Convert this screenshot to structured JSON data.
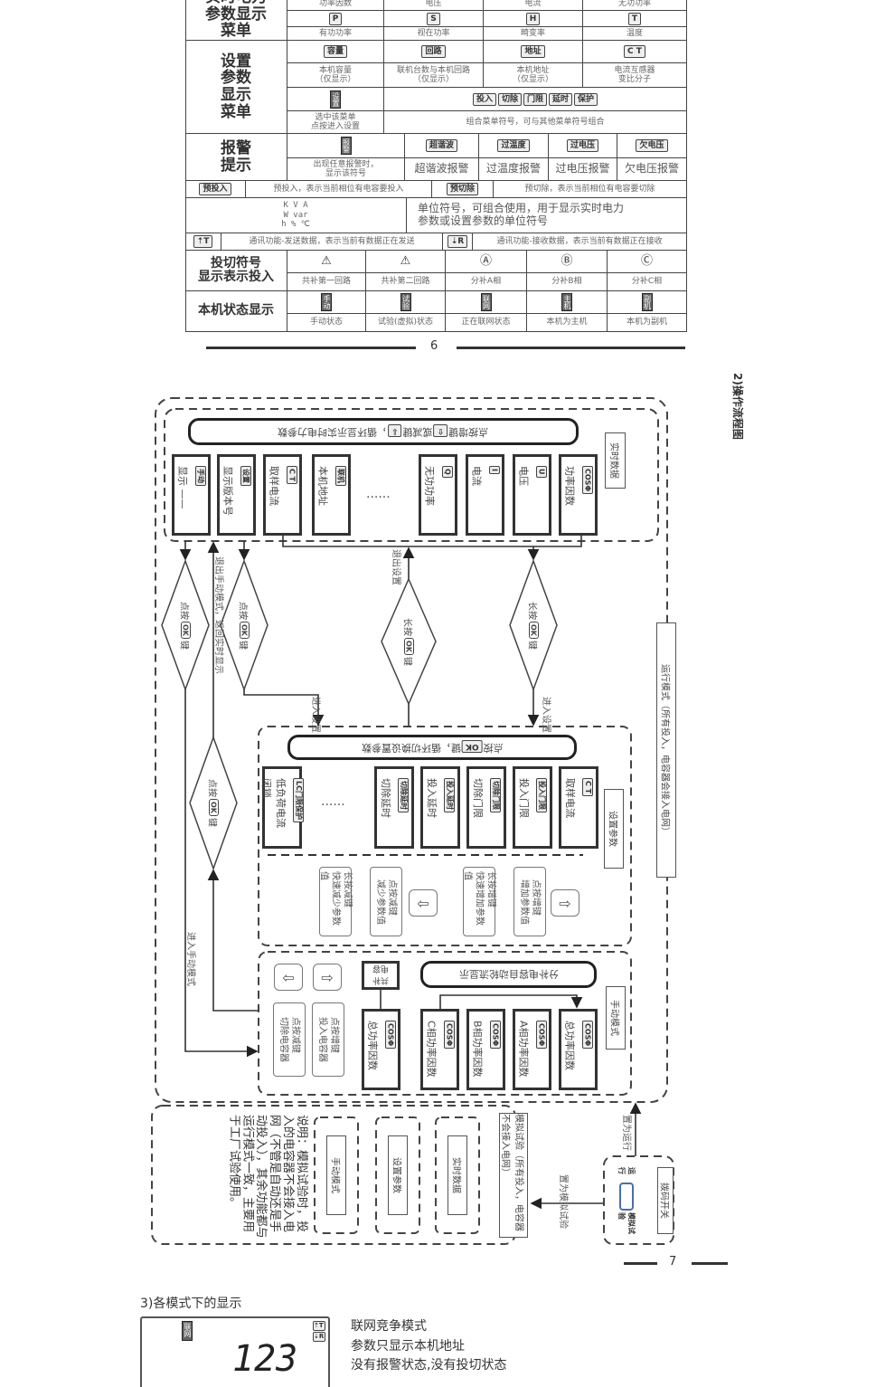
{
  "table": {
    "realtime": {
      "label": "实时电力\n参数显示\n菜单",
      "top_labels": [
        "功率因数",
        "电压",
        "电流",
        "无功功率"
      ],
      "symbols": [
        "P",
        "S",
        "H",
        "T"
      ],
      "bottom_labels": [
        "有功功率",
        "视在功率",
        "畸变率",
        "温度"
      ]
    },
    "setting": {
      "label": "设置\n参数\n显示\n菜单",
      "symbols": [
        "容量",
        "回路",
        "地址",
        "C T"
      ],
      "descs": [
        "本机容量\n（仅显示）",
        "联机台数与本机回路\n（仅显示）",
        "本机地址\n（仅显示）",
        "电流互感器\n变比分子"
      ],
      "setting_symbol": "设置",
      "combo_symbols": [
        "投入",
        "切除",
        "门限",
        "延时",
        "保护"
      ],
      "setting_desc": "选中该菜单\n点按进入设置",
      "combo_desc": "组合菜单符号，可与其他菜单符号组合"
    },
    "alarm": {
      "label": "报警\n提示",
      "alarm_symbol": "报警",
      "symbols": [
        "超谐波",
        "过温度",
        "过电压",
        "欠电压"
      ],
      "alarm_desc": "出现任意报警时，\n显示该符号",
      "descs": [
        "超谐波报警",
        "过温度报警",
        "过电压报警",
        "欠电压报警"
      ]
    },
    "pre": {
      "in_symbol": "预投入",
      "in_text": "预投入，表示当前相位有电容要投入",
      "out_symbol": "预切除",
      "out_text": "预切除，表示当前相位有电容要切除"
    },
    "units": {
      "symbols": "K V A\nW var\nh % ℃",
      "desc": "单位符号，可组合使用，用于显示实时电力\n参数或设置参数的单位符号"
    },
    "comm": {
      "tx_symbol": "⇡T",
      "tx_text": "通讯功能-发送数据，表示当前有数据正在发送",
      "rx_symbol": "⇣R",
      "rx_text": "通讯功能-接收数据，表示当前有数据正在接收"
    },
    "switching": {
      "label": "投切符号\n显示表示投入",
      "symbols": [
        "⚠",
        "⚠",
        "Ⓐ",
        "Ⓑ",
        "Ⓒ"
      ],
      "descs": [
        "共补第一回路",
        "共补第二回路",
        "分补A相",
        "分补B相",
        "分补C相"
      ]
    },
    "status": {
      "label": "本机状态显示",
      "symbols": [
        "手动",
        "试验",
        "联网",
        "主机",
        "副机"
      ],
      "descs": [
        "手动状态",
        "试验(虚拟)状态",
        "正在联网状态",
        "本机为主机",
        "本机为副机"
      ]
    }
  },
  "page_numbers": {
    "p6": "6",
    "p7": "7"
  },
  "flow": {
    "title": "2)操作流程图",
    "realtime": {
      "label": "实时数据",
      "loop_a": "点按增键",
      "loop_b": "或减键",
      "loop_c": "，循环显示实时电力参数",
      "items": [
        {
          "sym": "手动",
          "text": "显示 ——"
        },
        {
          "sym": "设置",
          "text": "显示版本号"
        },
        {
          "sym": "C T",
          "text": "取样电流"
        },
        {
          "sym": "联机",
          "text": "本机地址"
        },
        {
          "sym": "Q",
          "text": "无功功率"
        },
        {
          "sym": "I",
          "text": "电流"
        },
        {
          "sym": "U",
          "text": "电压"
        },
        {
          "sym": "COSΦ",
          "text": "功率因数"
        }
      ],
      "ellipsis": "......"
    },
    "exit_setting": "退出设置",
    "enter_setting": "进入设置",
    "exit_manual": "退出手动模式，返回实时显示",
    "enter_manual": "进入手动模式",
    "diamonds": [
      {
        "a": "点按",
        "ok": "OK",
        "b": "键"
      },
      {
        "a": "点按",
        "ok": "OK",
        "b": "键"
      },
      {
        "a": "长按",
        "ok": "OK",
        "b": "键"
      },
      {
        "a": "长按",
        "ok": "OK",
        "b": "键"
      },
      {
        "a": "点按",
        "ok": "OK",
        "b": "键"
      }
    ],
    "run_mode": "运行模式（所有投入，电容器会接入电网）",
    "setting": {
      "label": "设置参数",
      "loop_a": "点按",
      "loop_ok": "OK",
      "loop_b": "键，循环切换设置参数",
      "items": [
        {
          "sym": "C T",
          "text": "取样电流"
        },
        {
          "sym": "投入门限",
          "text": "投入门限"
        },
        {
          "sym": "切除门限",
          "text": "切除门限"
        },
        {
          "sym": "投入延时",
          "text": "投入延时"
        },
        {
          "sym": "切除延时",
          "text": "切除延时"
        },
        {
          "sym": "LC门限保护",
          "text": "低负荷电流闭锁"
        }
      ],
      "ellipsis": "......",
      "keys": [
        "点按增键\n增加参数值",
        "长按增键\n快速增加参数值",
        "点按减键\n减少参数值",
        "长按减键\n快速减少参数值"
      ]
    },
    "manual": {
      "label": "手动模式",
      "loop": "分补电容自动轮流显示",
      "common": "共补电容",
      "items": [
        {
          "sym": "COSΦ",
          "text": "总功率因数"
        },
        {
          "sym": "COSΦ",
          "text": "A相功率因数"
        },
        {
          "sym": "COSΦ",
          "text": "B相功率因数"
        },
        {
          "sym": "COSΦ",
          "text": "C相功率因数"
        },
        {
          "sym": "COSΦ",
          "text": "总功率因数"
        }
      ],
      "keys": [
        "点按增键\n投入电容器",
        "点按减键\n切除电容器"
      ]
    },
    "sim": {
      "label": "模拟试验（所有投入，电容器不会接入电网）",
      "boxes": [
        "实时数据",
        "设置参数",
        "手动模式"
      ],
      "note": "说明：模拟试验时，投入的电容器不会接入电网（不管是自动还是手动投入），其余功能都与运行模式一致，主要用于工厂试验使用。"
    },
    "dip": {
      "label": "拨码开关",
      "run": "运行",
      "sim": "模拟试验",
      "to_run": "置为运行",
      "to_sim": "置为模拟试验"
    }
  },
  "section3": {
    "title": "3)各模式下的显示",
    "lcd_symbol": "联网",
    "lcd_comm": [
      "⇡T",
      "⇣R"
    ],
    "lcd_value": "123",
    "lines": [
      "联网竞争模式",
      "参数只显示本机地址",
      "没有报警状态,没有投切状态"
    ]
  }
}
